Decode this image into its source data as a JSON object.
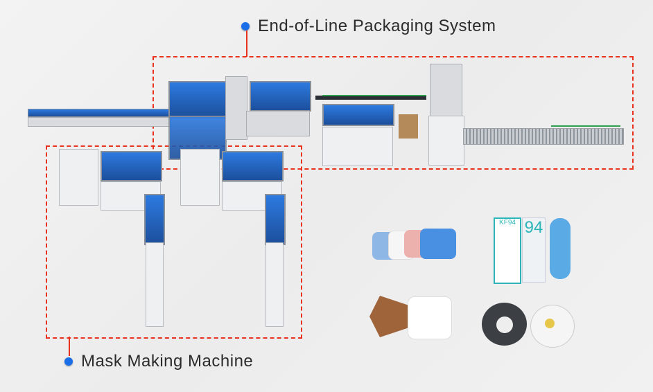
{
  "labels": {
    "end_of_line": "End-of-Line Packaging System",
    "mask_machine": "Mask Making Machine"
  },
  "colors": {
    "bullet": "#1a6fe8",
    "callout_line": "#e8321e",
    "machine_glass": "#2d7ae0"
  },
  "products": {
    "kf94_text": "KF94",
    "kf94_pack_number": "94",
    "items": [
      "flat-surgical-masks",
      "kf94-mask-package",
      "kn95-folding-masks",
      "cup-respirator-masks"
    ]
  }
}
